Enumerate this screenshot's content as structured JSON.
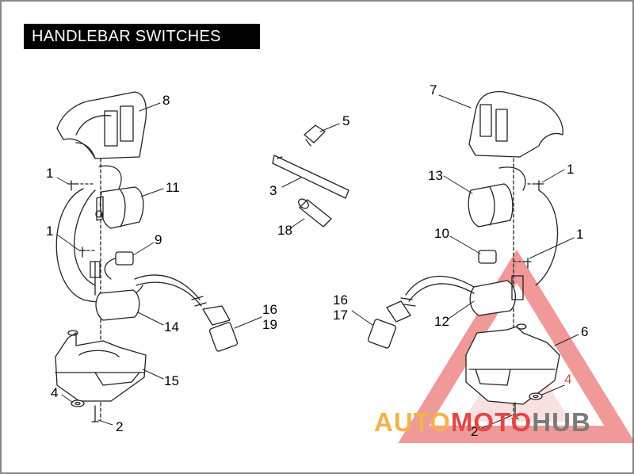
{
  "title": "HANDLEBAR SWITCHES",
  "callouts": {
    "c8": "8",
    "c1a": "1",
    "c11": "11",
    "c1b": "1",
    "c9": "9",
    "c14": "14",
    "c15": "15",
    "c4a": "4",
    "c2a": "2",
    "c16a": "16",
    "c19": "19",
    "c5": "5",
    "c3": "3",
    "c18": "18",
    "c7": "7",
    "c13": "13",
    "c1c": "1",
    "c10": "10",
    "c1d": "1",
    "c16b": "16",
    "c17": "17",
    "c12": "12",
    "c6": "6",
    "c4b": "4",
    "c2b": "2"
  },
  "watermark": {
    "part1": "AUTO",
    "part2": "MOTO",
    "part3": "HUB"
  },
  "colors": {
    "watermark_triangle": "#e54646",
    "title_background": "#000000"
  }
}
